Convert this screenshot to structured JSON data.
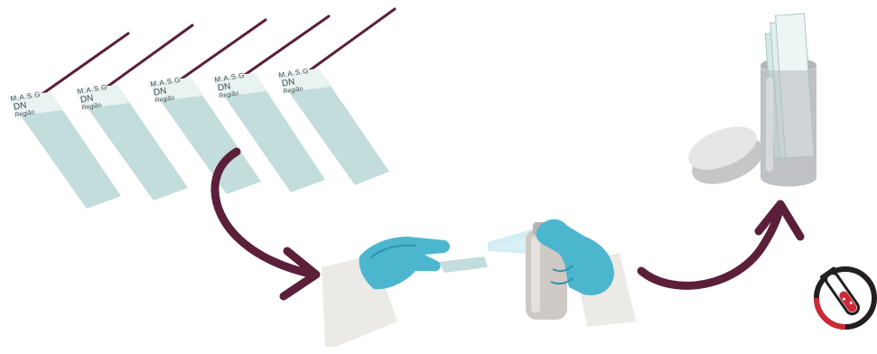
{
  "slides": [
    {
      "line1": "M.A.S.G",
      "line2": "DN",
      "line3": "Região"
    },
    {
      "line1": "M.A.S.G",
      "line2": "DN",
      "line3": "Região"
    },
    {
      "line1": "M.A.S.G",
      "line2": "DN",
      "line3": "Região"
    },
    {
      "line1": "M.A.S.G",
      "line2": "DN",
      "line3": "Região"
    },
    {
      "line1": "M.A.S.G",
      "line2": "DN",
      "line3": "Região"
    }
  ],
  "colors": {
    "slide_body": "#c3dcdc",
    "slide_label": "#e9f3f1",
    "slide_text": "#3e4a52",
    "thread": "#5b1f3a",
    "arrow": "#5b1f3a",
    "glove": "#4db6cf",
    "glove_dark": "#2f93ad",
    "sleeve": "#eceae6",
    "jar": "#c9cbcd",
    "lid": "#dcdcdc",
    "badge_ring": "#231f20",
    "badge_accent": "#cc2a36"
  },
  "icons": {
    "jar": "specimen-jar-icon",
    "badge": "test-tube-badge-icon"
  }
}
